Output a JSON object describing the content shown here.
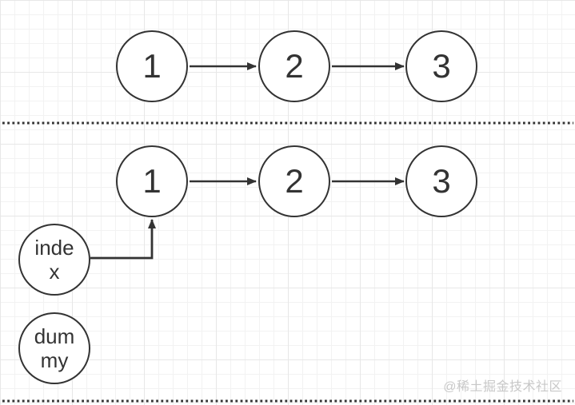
{
  "colors": {
    "stroke": "#333333",
    "node_fill": "#ffffff",
    "background": "#ffffff",
    "grid_minor": "#f2f2f2",
    "grid_major": "#e7e7e7",
    "watermark": "#c8c8c8"
  },
  "diagram": {
    "original_list": {
      "nodes": [
        {
          "label": "1"
        },
        {
          "label": "2"
        },
        {
          "label": "3"
        }
      ]
    },
    "modified_list": {
      "nodes": [
        {
          "label": "1"
        },
        {
          "label": "2"
        },
        {
          "label": "3"
        }
      ]
    },
    "pointers": [
      {
        "label": "index",
        "lines": [
          "inde",
          "x"
        ]
      },
      {
        "label": "dummy",
        "lines": [
          "dum",
          "my"
        ]
      }
    ]
  },
  "watermark": {
    "text": "@稀土掘金技术社区"
  }
}
